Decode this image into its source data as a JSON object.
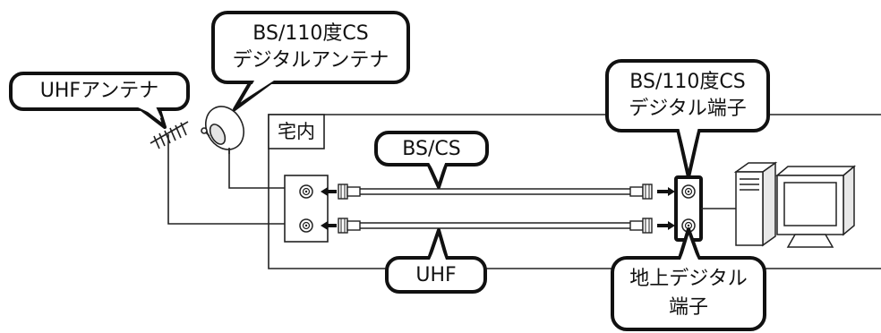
{
  "callouts": {
    "uhf_antenna": "UHFアンテナ",
    "bs_antenna_line1": "BS/110度CS",
    "bs_antenna_line2": "デジタルアンテナ",
    "bs_terminal_line1": "BS/110度CS",
    "bs_terminal_line2": "デジタル端子",
    "bs_cs_cable": "BS/CS",
    "uhf_cable": "UHF",
    "terrestrial_terminal_line1": "地上デジタル",
    "terrestrial_terminal_line2": "端子"
  },
  "room": {
    "label": "宅内"
  },
  "icons": {
    "uhf_antenna": "yagi-antenna-icon",
    "bs_antenna": "satellite-dish-icon",
    "wall_outlet": "wall-outlet-icon",
    "tv": "tv-monitor-icon",
    "recorder": "recorder-tower-icon"
  }
}
